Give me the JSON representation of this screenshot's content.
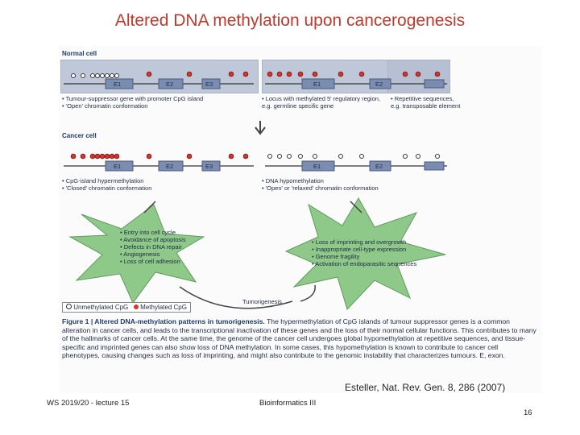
{
  "slide": {
    "title": "Altered DNA methylation upon cancerogenesis",
    "citation": "Esteller, Nat. Rev. Gen. 8, 286 (2007)",
    "footer_left": "WS 2019/20 - lecture 15",
    "footer_center": "Bioinformatics III",
    "page_number": "16"
  },
  "figure": {
    "normal_label": "Normal cell",
    "cancer_label": "Cancer cell",
    "exons": {
      "e1": "E1",
      "e2": "E2",
      "e3": "E3"
    },
    "normal_left_bullets": [
      "• Tumour-suppressor gene with promoter CpG island",
      "• 'Open' chromatin conformation"
    ],
    "normal_right_bullets": [
      "• Locus with methylated 5′ regulatory region,",
      "  e.g. germline specific gene"
    ],
    "normal_far_right_bullets": [
      "• Repetitive sequences,",
      "  e.g. transposable element"
    ],
    "cancer_left_bullets": [
      "• CpG-island hypermethylation",
      "• 'Closed' chromatin conformation"
    ],
    "cancer_right_bullets": [
      "• DNA hypomethylation",
      "• 'Open' or 'relaxed' chromatin conformation"
    ],
    "left_star": [
      "• Entry into cell cycle",
      "• Avoidance of apoptosis",
      "• Defects in DNA repair",
      "• Angiogenesis",
      "• Loss of cell adhesion"
    ],
    "right_star": [
      "• Loss of imprinting and overgrowth",
      "• Inappropriate cell-type expression",
      "• Genome fragility",
      "• Activation of endoparasitic sequences"
    ],
    "tumorigenesis": "Tumorigenesis",
    "legend_unmethylated": "Unmethylated CpG",
    "legend_methylated": "Methylated CpG",
    "caption_heading": "Figure 1 | Altered DNA-methylation patterns in tumorigenesis.",
    "caption_body": "The hypermethylation of CpG islands of tumour suppressor genes is a common alteration in cancer cells, and leads to the transcriptional inactivation of these genes and the loss of their normal cellular functions. This contributes to many of the hallmarks of cancer cells. At the same time, the genome of the cancer cell undergoes global hypomethylation at repetitive sequences, and tissue-specific and imprinted genes can also show loss of DNA methylation. In some cases, this hypomethylation is known to contribute to cancer cell phenotypes, causing changes such as loss of imprinting, and might also contribute to the genomic instability that characterizes tumours. E, exon."
  },
  "colors": {
    "title": "#c0392b",
    "track": "#bfc8d8",
    "star_fill": "#8fc98a",
    "methylated": "#d9342b",
    "exon": "#7a8cb0"
  }
}
